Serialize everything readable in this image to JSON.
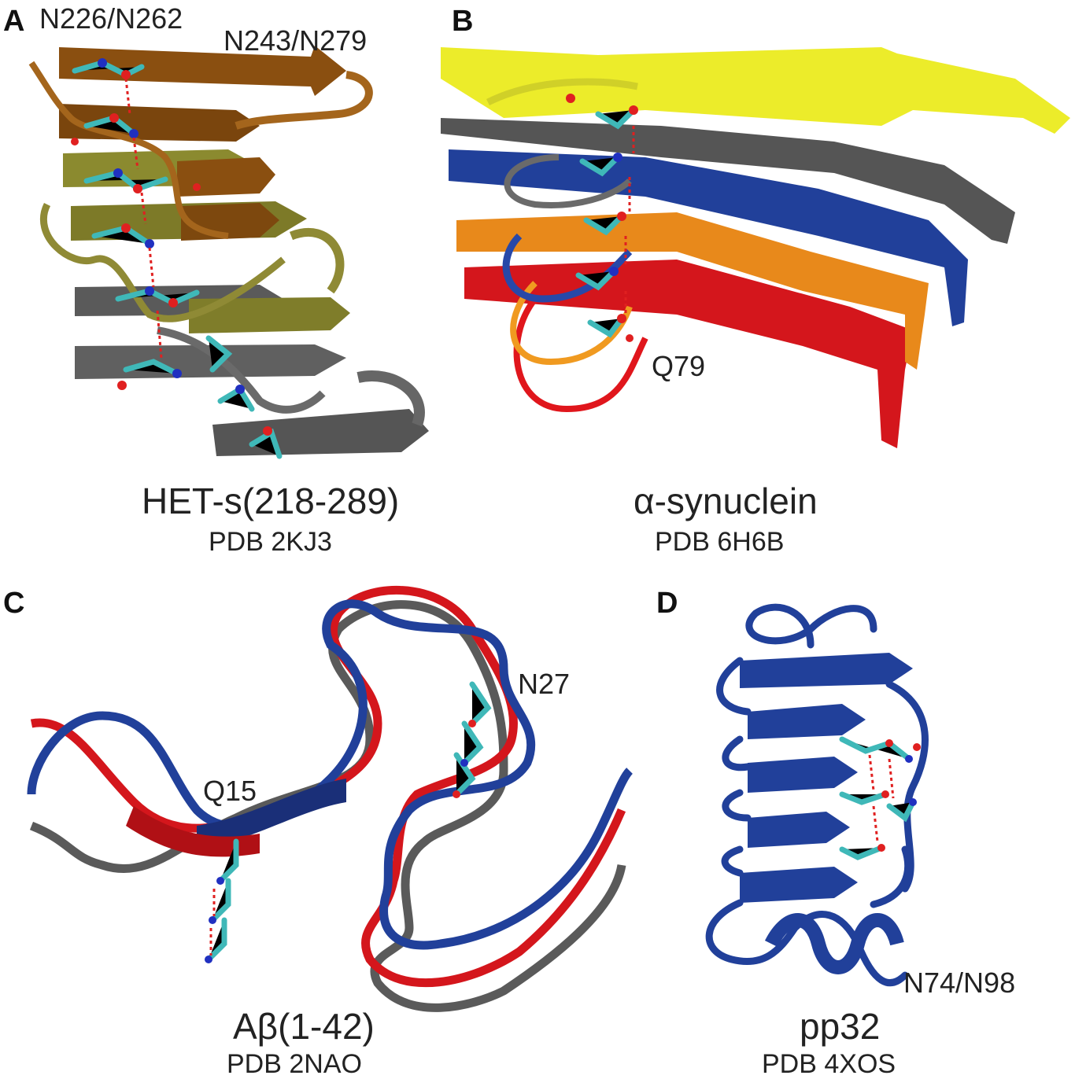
{
  "panels": {
    "A": {
      "letter": "A",
      "labels": [
        "N226/N262",
        "N243/N279"
      ],
      "title": "HET-s(218-289)",
      "pdb": "PDB 2KJ3",
      "colors": [
        "#8a4f10",
        "#8f8a2f",
        "#555555"
      ]
    },
    "B": {
      "letter": "B",
      "labels": [
        "Q79"
      ],
      "title": "α-synuclein",
      "pdb": "PDB 6H6B",
      "colors": [
        "#ecec2a",
        "#555555",
        "#21409a",
        "#e8891b",
        "#d4161c"
      ]
    },
    "C": {
      "letter": "C",
      "labels": [
        "Q15",
        "N27"
      ],
      "title": "Aβ(1-42)",
      "pdb": "PDB 2NAO",
      "colors": [
        "#21409a",
        "#d4161c",
        "#555555"
      ]
    },
    "D": {
      "letter": "D",
      "labels": [
        "N74/N98"
      ],
      "title": "pp32",
      "pdb": "PDB 4XOS",
      "colors": [
        "#21409a"
      ]
    }
  },
  "atom_colors": {
    "carbon": "#3fb8b8",
    "oxygen": "#e02020",
    "nitrogen": "#2030c0",
    "hydrogen": "#f0f0f0",
    "hbond": "#e02020"
  }
}
